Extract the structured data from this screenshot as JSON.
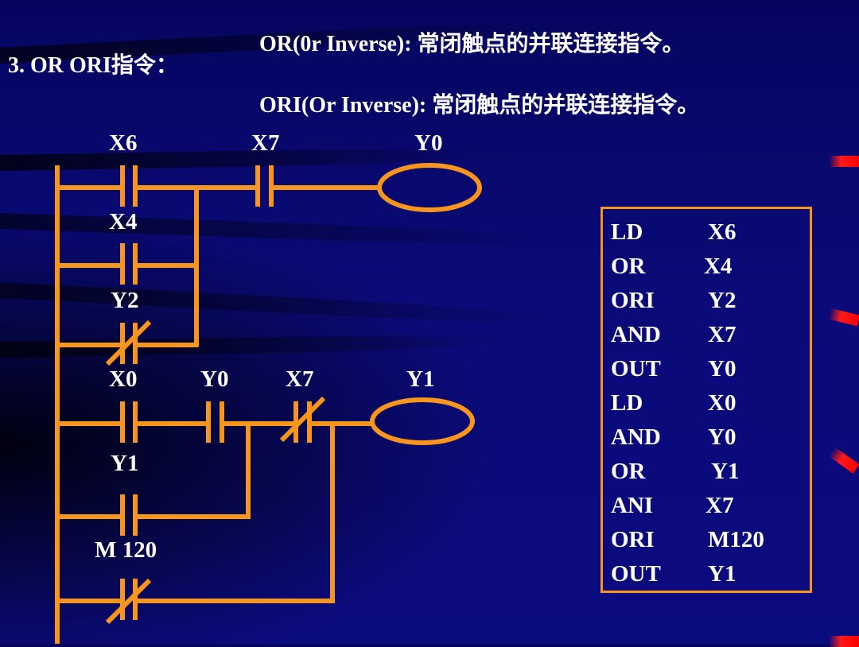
{
  "heading": {
    "section": "3.  OR  ORI指令：",
    "line1": "OR(0r  Inverse): 常闭触点的并联连接指令。",
    "line2": "ORI(Or  Inverse): 常闭触点的并联连接指令。"
  },
  "colors": {
    "wire": "#f7951d",
    "text": "#ffffff",
    "background": "#05055e",
    "accent_stripe": "#ff0000"
  },
  "rung1": {
    "contacts": [
      {
        "label": "X6",
        "type": "normally-open"
      },
      {
        "label": "X4",
        "type": "normally-open"
      },
      {
        "label": "Y2",
        "type": "normally-closed"
      },
      {
        "label": "X7",
        "type": "normally-open"
      }
    ],
    "coil": {
      "label": "Y0"
    }
  },
  "rung2": {
    "contacts": [
      {
        "label": "X0",
        "type": "normally-open"
      },
      {
        "label": "Y0",
        "type": "normally-open"
      },
      {
        "label": "X7",
        "type": "normally-closed"
      },
      {
        "label": "Y1",
        "type": "normally-open"
      },
      {
        "label": "M 120",
        "type": "normally-closed"
      }
    ],
    "coil": {
      "label": "Y1"
    }
  },
  "instruction_list": [
    {
      "op": "LD",
      "operand": "X6"
    },
    {
      "op": "OR",
      "operand": "X4"
    },
    {
      "op": "ORI",
      "operand": "Y2"
    },
    {
      "op": "AND",
      "operand": "X7"
    },
    {
      "op": "OUT",
      "operand": "Y0"
    },
    {
      "op": "LD",
      "operand": "X0"
    },
    {
      "op": "AND",
      "operand": "Y0"
    },
    {
      "op": "OR",
      "operand": "Y1"
    },
    {
      "op": "ANI",
      "operand": "X7"
    },
    {
      "op": "ORI",
      "operand": "M120"
    },
    {
      "op": "OUT",
      "operand": "Y1"
    }
  ]
}
